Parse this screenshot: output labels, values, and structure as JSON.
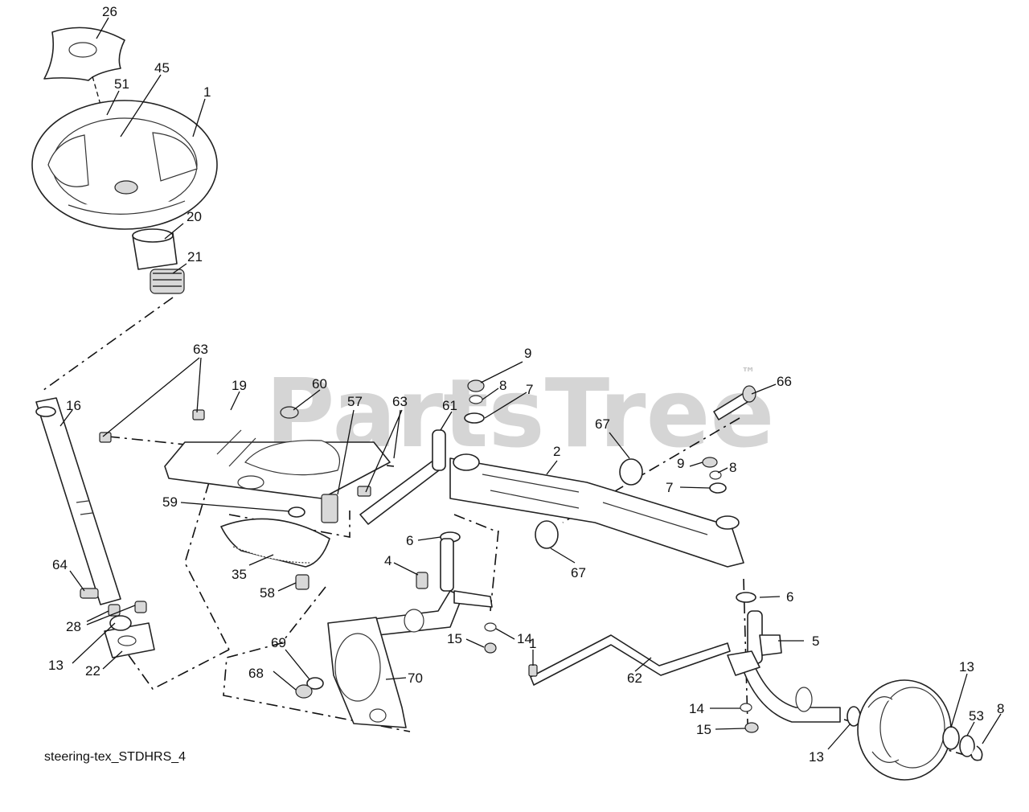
{
  "watermark": {
    "text": "PartsTree",
    "mark": "™"
  },
  "caption": "steering-tex_STDHRS_4",
  "callouts": {
    "c26": "26",
    "c45": "45",
    "c51": "51",
    "c1": "1",
    "c20": "20",
    "c21": "21",
    "c63a": "63",
    "c16": "16",
    "c19": "19",
    "c60": "60",
    "c57": "57",
    "c63b": "63",
    "c61": "61",
    "c9a": "9",
    "c8a": "8",
    "c7a": "7",
    "c66": "66",
    "c67a": "67",
    "c2": "2",
    "c9b": "9",
    "c8b": "8",
    "c7b": "7",
    "c59": "59",
    "c6a": "6",
    "c67b": "67",
    "c35": "35",
    "c58": "58",
    "c4": "4",
    "c64": "64",
    "c6b": "6",
    "c28": "28",
    "c5": "5",
    "c15a": "15",
    "c14a": "14",
    "c13a": "13",
    "c22": "22",
    "c69": "69",
    "c1b": "1",
    "c62": "62",
    "c68": "68",
    "c70": "70",
    "c13b": "13",
    "c14b": "14",
    "c53": "53",
    "c8c": "8",
    "c15b": "15",
    "c13c": "13"
  }
}
